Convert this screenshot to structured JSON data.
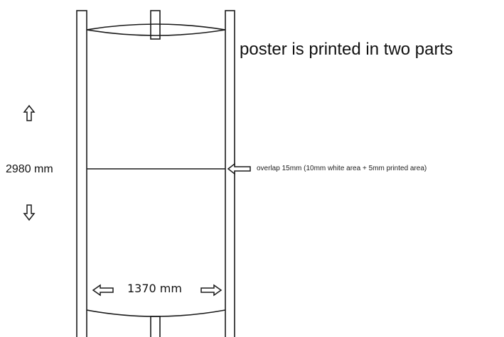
{
  "title": "poster is printed in two parts",
  "height_label": "2980 mm",
  "overlap_label": "overlap 15mm (10mm white area + 5mm printed area)",
  "width_label": "1370 mm",
  "colors": {
    "stroke": "#1a1a1a",
    "background": "#ffffff"
  },
  "icons": {
    "up": "arrow-up-outline-icon",
    "down": "arrow-down-outline-icon",
    "left": "arrow-left-outline-icon",
    "right": "arrow-right-outline-icon"
  }
}
